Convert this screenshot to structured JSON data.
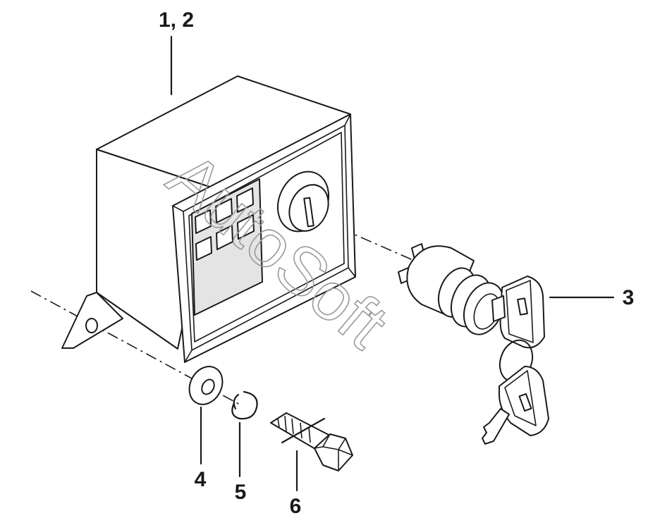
{
  "callouts": {
    "c12": "1, 2",
    "c3": "3",
    "c4": "4",
    "c5": "5",
    "c6": "6"
  },
  "watermark": "AutoSoft",
  "colors": {
    "line": "#1a1a1a",
    "panel_fill": "#e4e4e4",
    "window_fill": "#efefef",
    "watermark": "#9a9a9a"
  }
}
